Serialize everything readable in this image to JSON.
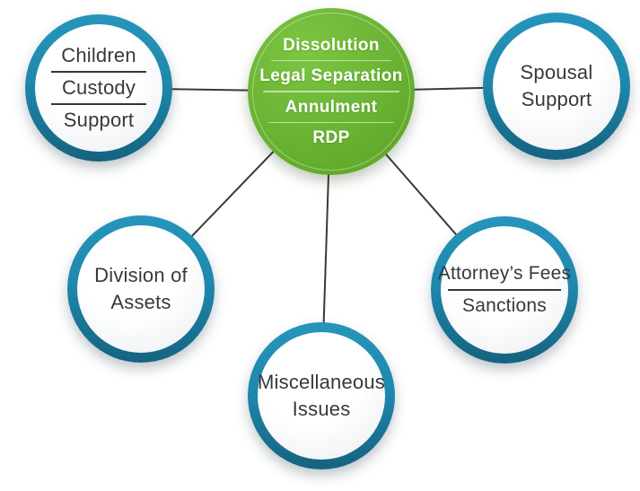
{
  "colors": {
    "green": "#6ab232",
    "green-light": "#7cc643",
    "green-dark": "#549a22",
    "teal": "#1e87ac",
    "teal-light": "#2695bb",
    "teal-dark": "#15627f",
    "connector": "#3a3a3a",
    "text-dark": "#36393d",
    "text-light": "#ffffff"
  },
  "center_node": {
    "items": [
      "Dissolution",
      "Legal Separation",
      "Annulment",
      "RDP"
    ]
  },
  "satellites": {
    "children_custody_support": [
      "Children",
      "Custody",
      "Support"
    ],
    "spousal_support": "Spousal Support",
    "division_of_assets": "Division of Assets",
    "miscellaneous_issues": "Miscellaneous Issues",
    "attorneys_fees_sanctions": [
      "Attorney’s Fees",
      "Sanctions"
    ]
  }
}
